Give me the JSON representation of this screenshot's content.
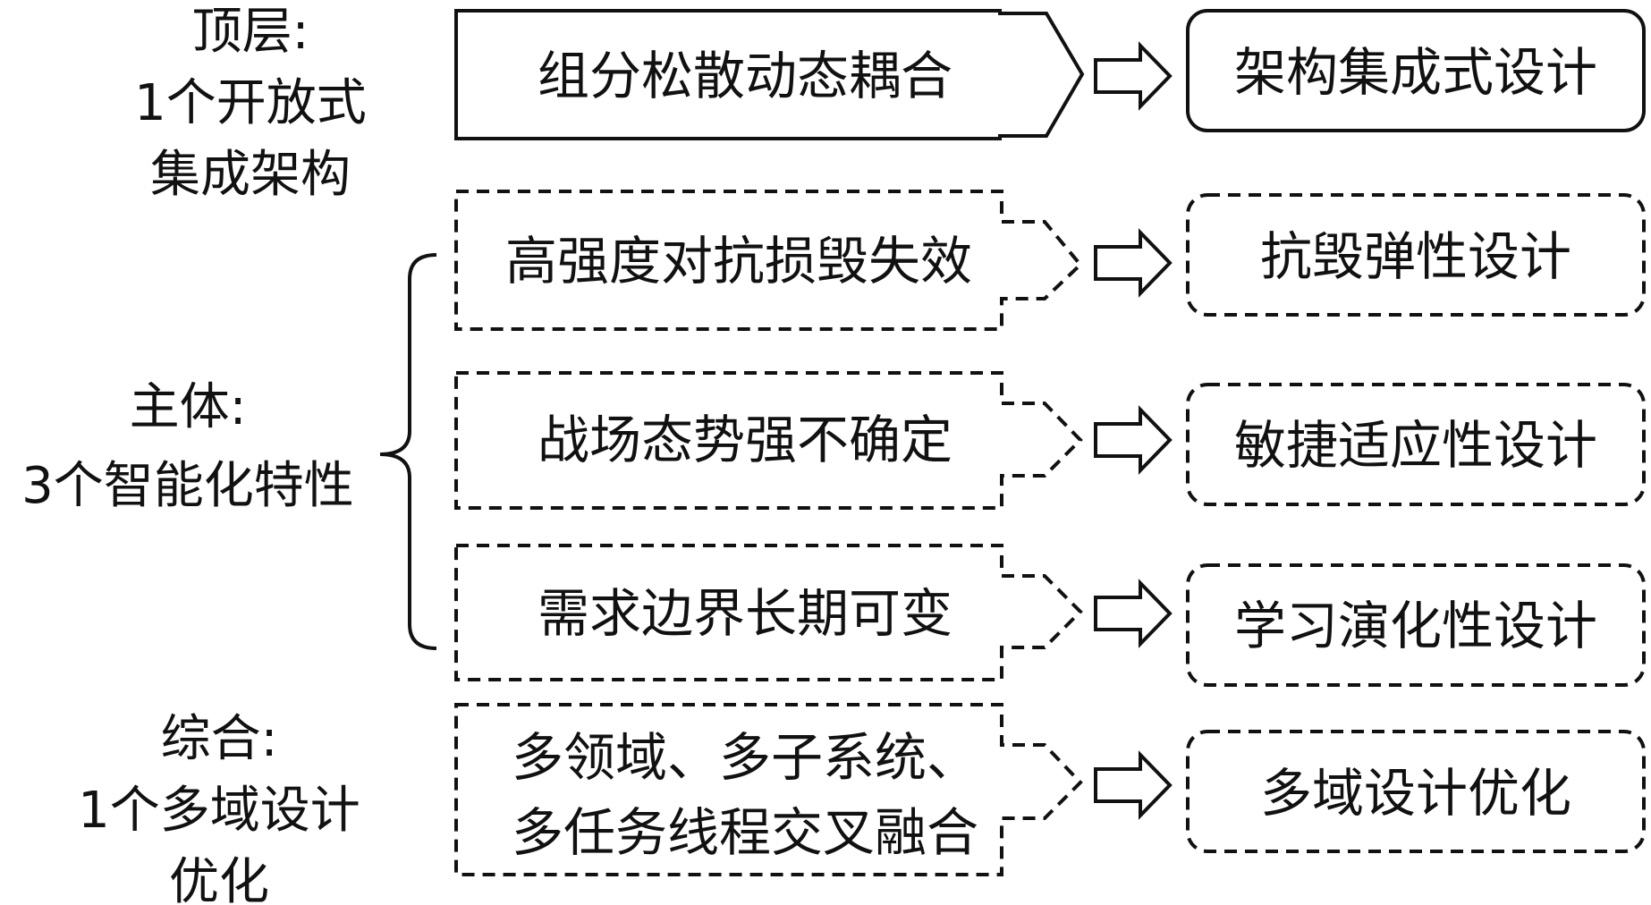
{
  "categories": {
    "top": {
      "line1": "顶层:",
      "line2": "1个开放式",
      "line3": "集成架构"
    },
    "main": {
      "line1": "主体:",
      "line2": "3个智能化特性"
    },
    "integrated": {
      "line1": "综合:",
      "line2": "1个多域设计",
      "line3": "优化"
    }
  },
  "challenges": {
    "coupling": "组分松散动态耦合",
    "resistance": "高强度对抗损毁失效",
    "uncertainty": "战场态势强不确定",
    "variable": "需求边界长期可变",
    "fusion_line1": "多领域、多子系统、",
    "fusion_line2": "多任务线程交叉融合"
  },
  "designs": {
    "integrated": "架构集成式设计",
    "resilience": "抗毁弹性设计",
    "agility": "敏捷适应性设计",
    "evolution": "学习演化性设计",
    "multidomain": "多域设计优化"
  }
}
